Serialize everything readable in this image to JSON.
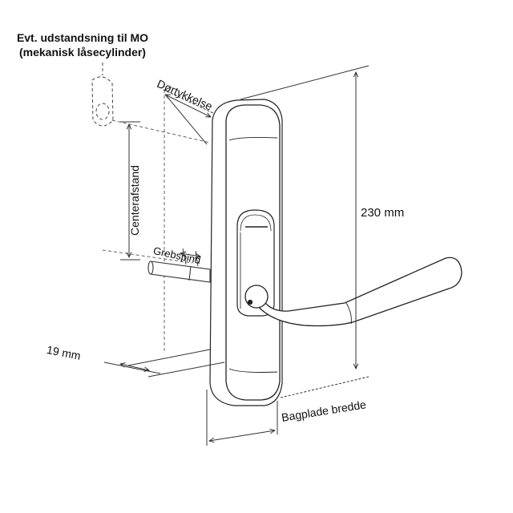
{
  "labels": {
    "note_line1": "Evt. udstandsning til MO",
    "note_line2": "(mekanisk låsecylinder)",
    "door_thickness": "Dørtykkelse",
    "center_distance": "Centerafstand",
    "handle_spindle": "Grebspind",
    "height": "230 mm",
    "offset": "19 mm",
    "plate_width": "Bagplade bredde"
  },
  "colors": {
    "line": "#222222",
    "dim_line": "#555555",
    "background": "#ffffff"
  }
}
